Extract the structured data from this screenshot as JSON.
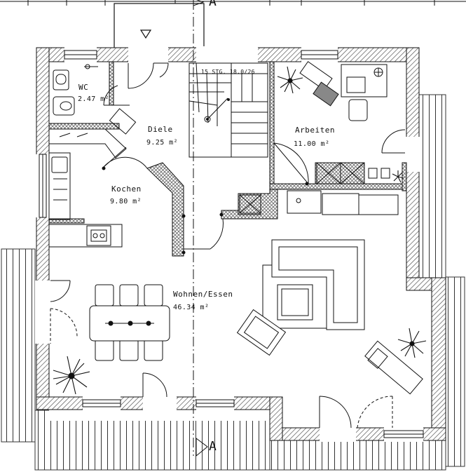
{
  "plan": {
    "rooms": [
      {
        "id": "wc",
        "name": "WC",
        "area": "2.47 m²"
      },
      {
        "id": "diele",
        "name": "Diele",
        "area": "9.25 m²"
      },
      {
        "id": "arbeiten",
        "name": "Arbeiten",
        "area": "11.00 m²"
      },
      {
        "id": "kochen",
        "name": "Kochen",
        "area": "9.80 m²"
      },
      {
        "id": "wohnen",
        "name": "Wohnen/Essen",
        "area": "46.34 m²"
      }
    ],
    "stair_label": "15 STG. 18.0/26",
    "section_marker": "A",
    "colors": {
      "line": "#111111",
      "wall_hatch": "#555555",
      "terrace": "#333333"
    }
  }
}
